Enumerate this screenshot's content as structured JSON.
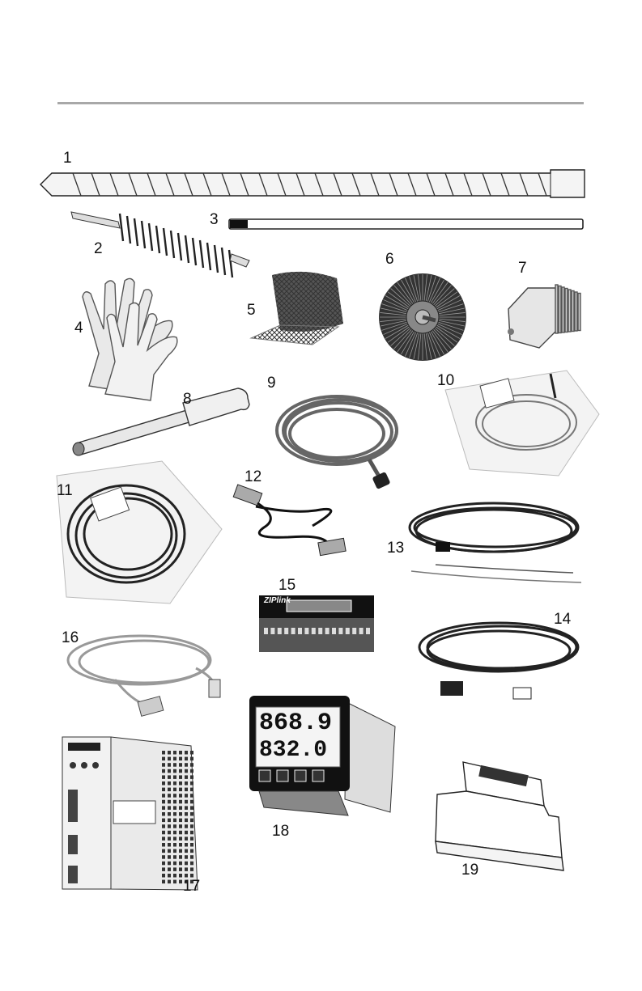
{
  "labels": {
    "n1": "1",
    "n2": "2",
    "n3": "3",
    "n4": "4",
    "n5": "5",
    "n6": "6",
    "n7": "7",
    "n8": "8",
    "n9": "9",
    "n10": "10",
    "n11": "11",
    "n12": "12",
    "n13": "13",
    "n14": "14",
    "n15": "15",
    "n16": "16",
    "n17": "17",
    "n18": "18",
    "n19": "19"
  },
  "controller_display": {
    "upper": "868.9",
    "lower": "832.0"
  },
  "terminal_logo": "ZIPlink"
}
